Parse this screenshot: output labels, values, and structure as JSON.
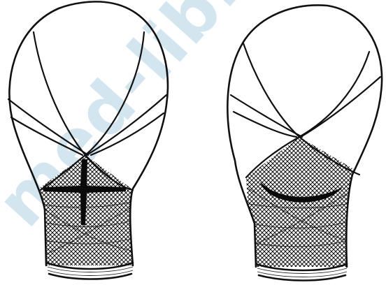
{
  "watermark": {
    "text": "med-lib.ru",
    "color": "#9ec9df"
  },
  "figures": [
    {
      "name": "stump-left",
      "mark": "cross-incision"
    },
    {
      "name": "stump-right",
      "mark": "curved-incision"
    }
  ],
  "colors": {
    "ink": "#111111",
    "paper": "#ffffff"
  }
}
